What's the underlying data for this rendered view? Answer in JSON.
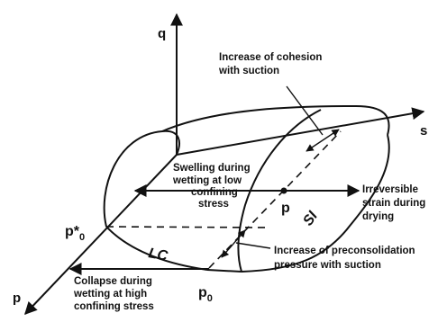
{
  "axes": {
    "q": "q",
    "s": "s",
    "p": "p"
  },
  "points": {
    "p_star0_main": "p*",
    "p_star0_sub": "0",
    "p0_main": "p",
    "p0_sub": "0",
    "p_mid": "p"
  },
  "curves": {
    "lc": "LC",
    "si": "SI"
  },
  "annotations": {
    "cohesion": [
      "Increase of cohesion",
      "with suction"
    ],
    "swelling": [
      "Swelling during",
      "wetting at low",
      "confining",
      "stress"
    ],
    "irreversible": [
      "Irreversible",
      "strain during",
      "drying"
    ],
    "preconsolidation": [
      "Increase of preconsolidation",
      "pressure with suction"
    ],
    "collapse": [
      "Collapse during",
      "wetting at high",
      "confining stress"
    ]
  },
  "colors": {
    "ink": "#111111",
    "background": "#ffffff"
  }
}
